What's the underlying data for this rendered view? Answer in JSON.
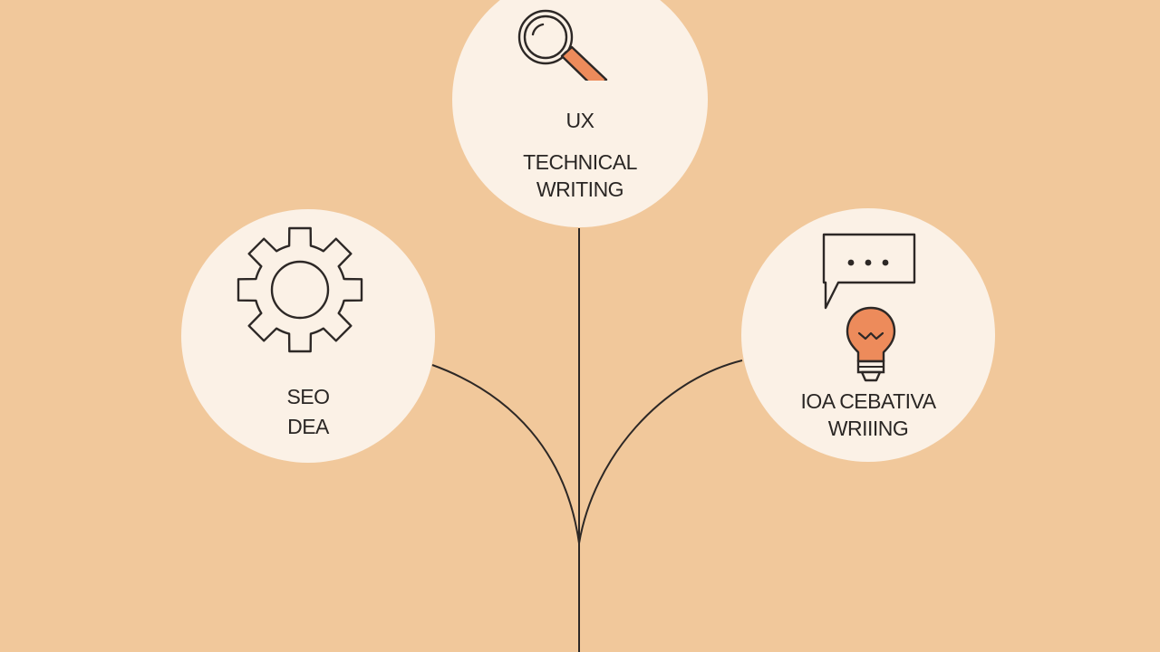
{
  "theme": {
    "background": "#f1c89b",
    "circle_fill": "#fbf1e6",
    "line_color": "#2d2826",
    "accent": "#ed8b5b"
  },
  "nodes": {
    "top": {
      "icon": "magnifying-glass-icon",
      "line1": "UX",
      "line2": "TECHNICAL",
      "line3": "WRITING"
    },
    "left": {
      "icon": "gear-icon",
      "line1": "SEO",
      "line2": "DEA"
    },
    "right": {
      "icon": "speech-bubble-icon",
      "icon2": "lightbulb-icon",
      "line1": "IOA CEBATIVA",
      "line2": "WRIIING"
    }
  }
}
